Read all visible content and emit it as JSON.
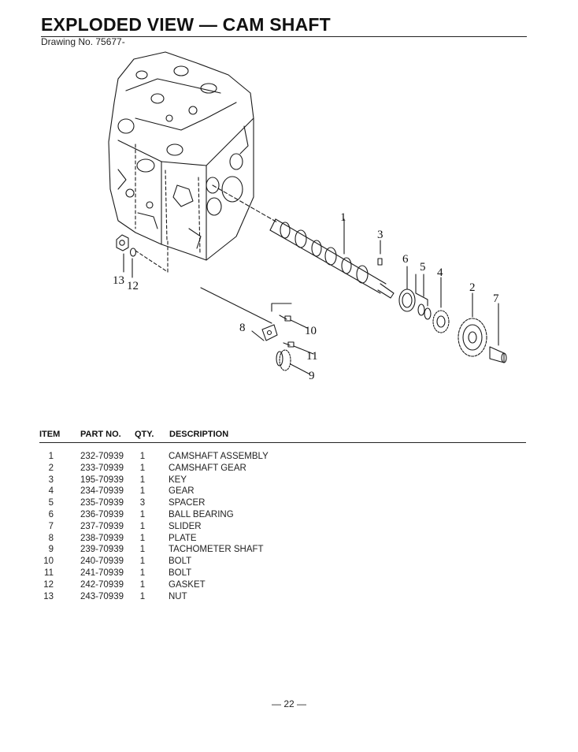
{
  "header": {
    "title": "EXPLODED VIEW — CAM SHAFT",
    "drawing_no": "Drawing No. 75677-"
  },
  "diagram": {
    "callouts": [
      "1",
      "3",
      "6",
      "5",
      "4",
      "2",
      "7",
      "13",
      "12",
      "8",
      "10",
      "11",
      "9"
    ]
  },
  "parts_table": {
    "headers": {
      "item": "ITEM",
      "part_no": "PART NO.",
      "qty": "QTY.",
      "description": "DESCRIPTION"
    },
    "rows": [
      {
        "item": "1",
        "part_no": "232-70939",
        "qty": "1",
        "description": "CAMSHAFT ASSEMBLY"
      },
      {
        "item": "2",
        "part_no": "233-70939",
        "qty": "1",
        "description": "CAMSHAFT GEAR"
      },
      {
        "item": "3",
        "part_no": "195-70939",
        "qty": "1",
        "description": "KEY"
      },
      {
        "item": "4",
        "part_no": "234-70939",
        "qty": "1",
        "description": "GEAR"
      },
      {
        "item": "5",
        "part_no": "235-70939",
        "qty": "3",
        "description": "SPACER"
      },
      {
        "item": "6",
        "part_no": "236-70939",
        "qty": "1",
        "description": "BALL BEARING"
      },
      {
        "item": "7",
        "part_no": "237-70939",
        "qty": "1",
        "description": "SLIDER"
      },
      {
        "item": "8",
        "part_no": "238-70939",
        "qty": "1",
        "description": "PLATE"
      },
      {
        "item": "9",
        "part_no": "239-70939",
        "qty": "1",
        "description": "TACHOMETER SHAFT"
      },
      {
        "item": "10",
        "part_no": "240-70939",
        "qty": "1",
        "description": "BOLT"
      },
      {
        "item": "11",
        "part_no": "241-70939",
        "qty": "1",
        "description": "BOLT"
      },
      {
        "item": "12",
        "part_no": "242-70939",
        "qty": "1",
        "description": "GASKET"
      },
      {
        "item": "13",
        "part_no": "243-70939",
        "qty": "1",
        "description": "NUT"
      }
    ]
  },
  "footer": {
    "page_number": "— 22 —"
  }
}
